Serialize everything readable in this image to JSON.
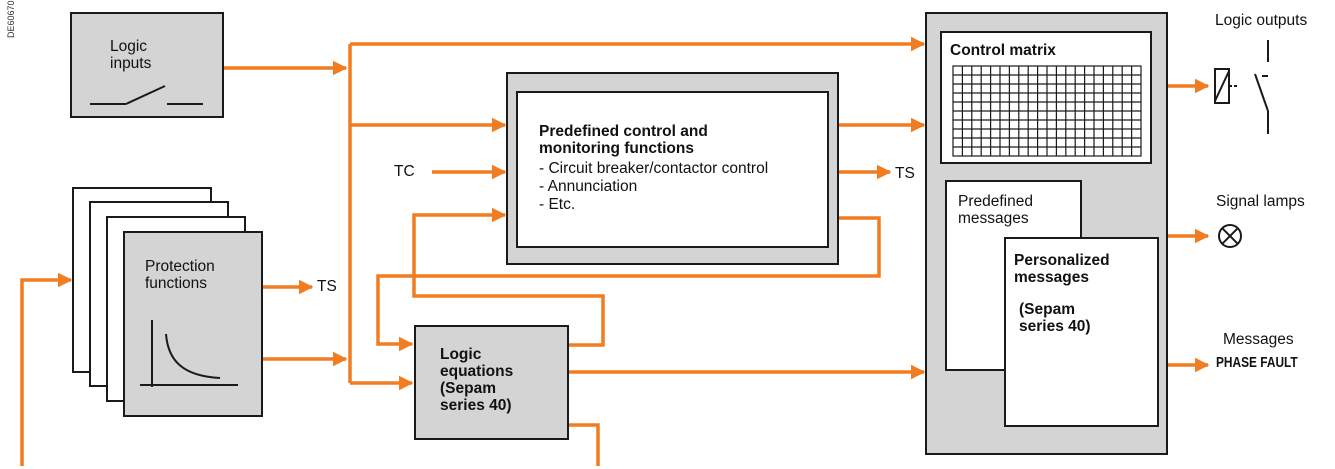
{
  "doc_id": "DE60670",
  "logic_inputs": {
    "label": "Logic\ninputs"
  },
  "protection": {
    "label": "Protection\nfunctions"
  },
  "labels": {
    "ts": "TS",
    "tc": "TC"
  },
  "predefined_functions": {
    "title": "Predefined control and\nmonitoring functions",
    "items": [
      "- Circuit breaker/contactor control",
      "- Annunciation",
      "- Etc."
    ]
  },
  "logic_equations": {
    "label": "Logic\nequations\n(Sepam\nseries 40)"
  },
  "control_matrix": {
    "title": "Control matrix"
  },
  "predefined_messages": {
    "label": "Predefined\nmessages"
  },
  "personalized_messages": {
    "title": "Personalized\nmessages",
    "note": "(Sepam\nseries 40)"
  },
  "outputs": {
    "logic_outputs": "Logic outputs",
    "signal_lamps": "Signal lamps",
    "messages": "Messages",
    "message_sample": "PHASE FAULT"
  },
  "colors": {
    "arrow": "#f07d22",
    "panel": "#d4d4d4",
    "border": "#1a1a1a"
  }
}
